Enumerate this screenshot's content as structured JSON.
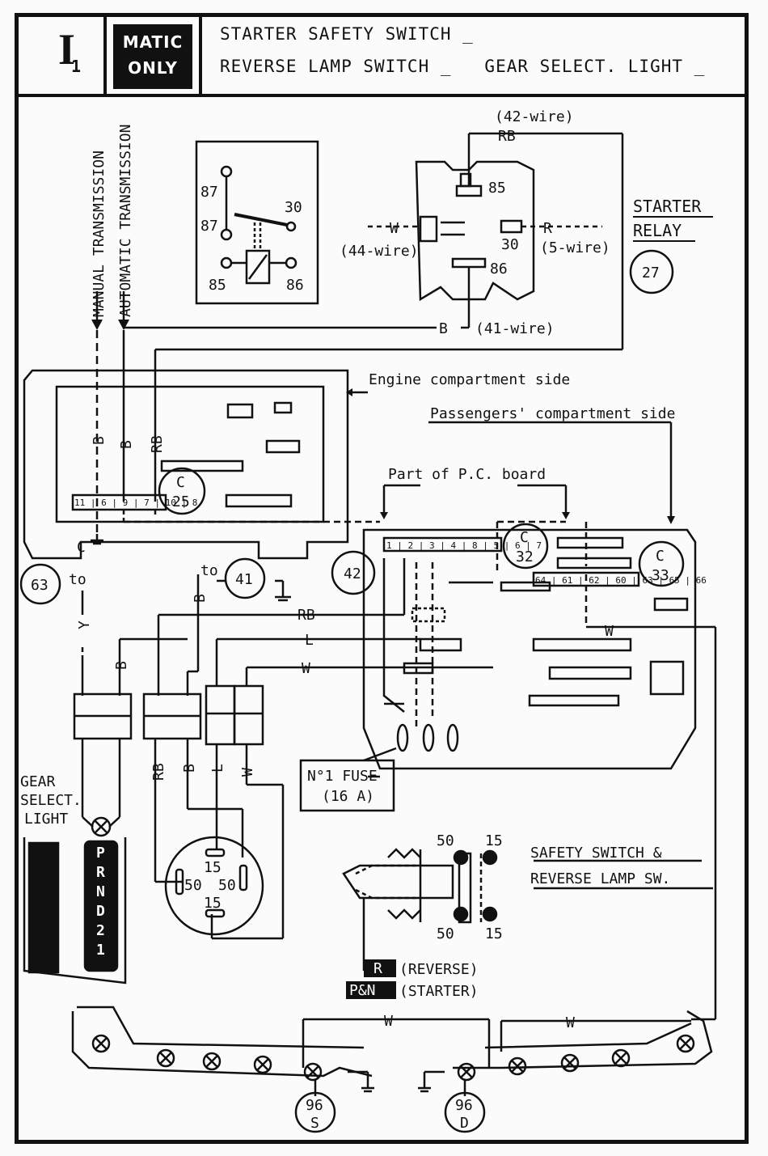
{
  "header": {
    "section_letter": "I",
    "section_number": "1",
    "badge_line1": "MATIC",
    "badge_line2": "ONLY",
    "title_line1": "STARTER SAFETY SWITCH _",
    "title_line2": "REVERSE LAMP SWITCH _   GEAR SELECT. LIGHT _"
  },
  "transmission": {
    "manual": "MANUAL TRANSMISSION",
    "automatic": "AUTOMATIC TRANSMISSION"
  },
  "relay_schematic": {
    "t87a": "87",
    "t87b": "87",
    "t30": "30",
    "t85": "85",
    "t86": "86"
  },
  "relay_detail": {
    "wire42": "(42-wire)",
    "rb": "RB",
    "t85": "85",
    "w": "W",
    "wire44": "(44-wire)",
    "t30": "30",
    "r": "R",
    "wire5": "(5-wire)",
    "t86": "86",
    "b": "B",
    "wire41": "(41-wire)"
  },
  "starter_relay": {
    "line1": "STARTER",
    "line2": "RELAY",
    "num": "27"
  },
  "compartments": {
    "engine": "Engine compartment side",
    "passengers": "Passengers' compartment side",
    "pc_board": "Part of P.C. board"
  },
  "connectors": {
    "c25_letter": "C",
    "c25_num": "25",
    "c25_pins": "11 | 6 | 9 | 7 | 10 | 8",
    "c32_letter": "C",
    "c32_num": "32",
    "c32_pins": "1 | 2 | 3 | 4 | 8 | 5 | 6 | 7",
    "c33_letter": "C",
    "c33_num": "33",
    "c33_pins": "64 | 61 | 62 | 60 | 63 | 65 | 66"
  },
  "c25_wires": {
    "b1": "B",
    "b2": "B",
    "rb": "RB",
    "c": "C"
  },
  "circles": {
    "c63": "63",
    "c41": "41",
    "c42": "42",
    "c96s_n": "96",
    "c96s_l": "S",
    "c96d_n": "96",
    "c96d_l": "D"
  },
  "wires": {
    "to1": "to",
    "to2": "to",
    "y": "Y",
    "b_top": "B",
    "b_left": "B",
    "rb": "RB",
    "l": "L",
    "w": "W",
    "w_c33": "W",
    "rb_low": "RB",
    "b_low": "B",
    "l_low": "L",
    "w_low": "W",
    "w_bottom1": "W",
    "w_bottom2": "W"
  },
  "fuse": {
    "line1": "N°1 FUSE",
    "line2": "(16 A)"
  },
  "gear_light": {
    "line1": "GEAR",
    "line2": "SELECT.",
    "line3": "LIGHT",
    "positions": [
      "P",
      "R",
      "N",
      "D",
      "2",
      "1"
    ]
  },
  "starter_switch_connector": {
    "t15_top": "15",
    "t50_left": "50",
    "t50_right": "50",
    "t15_bottom": "15"
  },
  "safety_switch": {
    "line1": "SAFETY SWITCH &",
    "line2": "REVERSE LAMP SW.",
    "t50_top": "50",
    "t15_top": "15",
    "t50_bot": "50",
    "t15_bot": "15",
    "r_box": "R",
    "r_label": "(REVERSE)",
    "pn_box": "P&N",
    "pn_label": "(STARTER)"
  }
}
